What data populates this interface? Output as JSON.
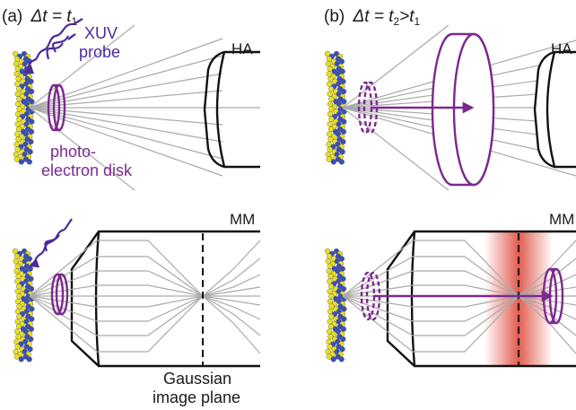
{
  "panel_a": {
    "label": "(a)",
    "delta_t": "Δt = t",
    "subscript": "1"
  },
  "panel_b": {
    "label": "(b)",
    "delta_t": "Δt = t",
    "sub2": "2",
    "gt": ">t",
    "sub1": "1"
  },
  "labels": {
    "xuv_line1": "XUV",
    "xuv_line2": "probe",
    "photo_line1": "photo-",
    "photo_line2": "electron disk",
    "ha": "HA",
    "mm": "MM",
    "gauss_line1": "Gaussian",
    "gauss_line2": "image plane"
  },
  "colors": {
    "purple": "#7b2a8e",
    "xuv": "#4b2aa0",
    "atom_yellow": "#e8e020",
    "atom_blue": "#3a4fb8",
    "focus_red": "#e04a3c",
    "ray_gray": "#aaaaaa"
  }
}
